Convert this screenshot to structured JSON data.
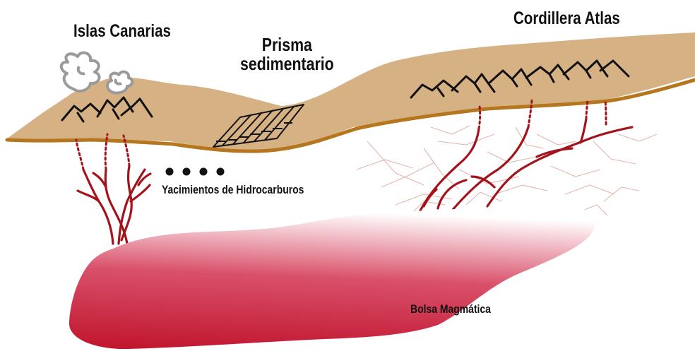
{
  "labels": {
    "islas_canarias": "Islas Canarias",
    "prisma_line1": "Prisma",
    "prisma_line2": "sedimentario",
    "cordillera_atlas": "Cordillera Atlas",
    "yacimientos": "Yacimientos de Hidrocarburos",
    "bolsa_magmatica": "Bolsa Magmática"
  },
  "colors": {
    "crust_fill": "#d6b184",
    "crust_base": "#b5761e",
    "magma_dark": "#c0142c",
    "magma_light": "#ffffff",
    "dike": "#a3131b",
    "fracture": "#e2b7b0",
    "ink": "#111111",
    "smoke": "#9a9a9a"
  }
}
